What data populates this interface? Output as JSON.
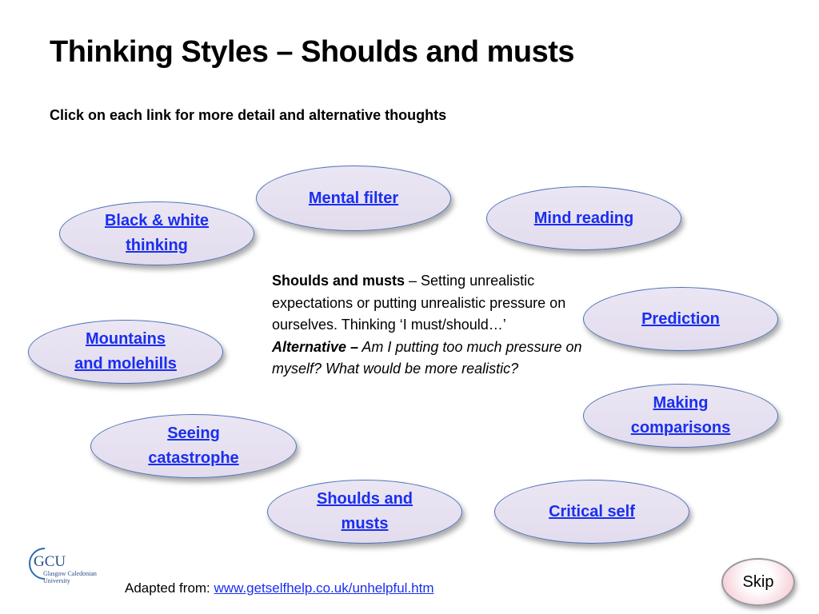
{
  "slide": {
    "title": "Thinking Styles – Shoulds and musts",
    "subtitle": "Click on each link for more detail and alternative thoughts"
  },
  "links": {
    "mental_filter": "Mental filter",
    "mind_reading": "Mind reading",
    "black_white_line1": "Black & white",
    "black_white_line2": "thinking",
    "prediction": "Prediction",
    "mountains_line1": "Mountains",
    "mountains_line2": "and molehills",
    "making_comparisons_line1": "Making",
    "making_comparisons_line2": "comparisons",
    "seeing_catastrophe_line1": "Seeing",
    "seeing_catastrophe_line2": "catastrophe",
    "shoulds_musts_line1": "Shoulds and",
    "shoulds_musts_line2": "musts",
    "critical_self": "Critical self"
  },
  "description": {
    "term": "Shoulds and musts",
    "definition": " – Setting unrealistic expectations or putting unrealistic pressure on ourselves. Thinking ‘I must/should…’",
    "alternative_label": "Alternative –",
    "alternative_text": " Am I putting too much pressure on myself? What would be more realistic?"
  },
  "logo": {
    "mark": "GCU",
    "line1": "Glasgow Caledonian",
    "line2": "University"
  },
  "footer": {
    "prefix": "Adapted from: ",
    "link": "www.getselfhelp.co.uk/unhelpful.htm"
  },
  "skip_label": "Skip",
  "colors": {
    "link": "#1a2ef0",
    "oval_fill": "#e5dff0",
    "oval_border": "#4f72b8"
  }
}
